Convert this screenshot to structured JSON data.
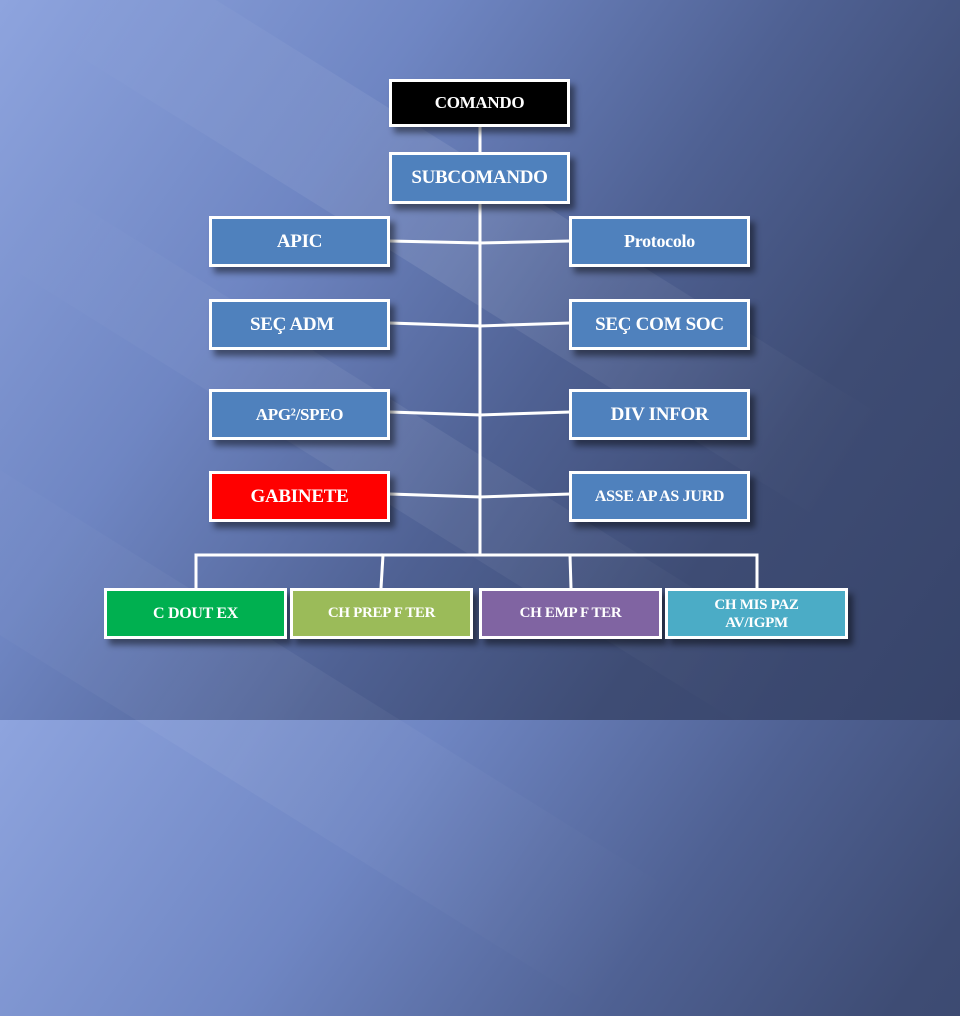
{
  "orgchart": {
    "comando": "COMANDO",
    "subcomando": "SUBCOMANDO",
    "left": [
      "APIC",
      "SEÇ ADM",
      "APG²/SPEO",
      "GABINETE"
    ],
    "right": [
      "Protocolo",
      "SEÇ COM SOC",
      "DIV INFOR",
      "ASSE AP AS JURD"
    ],
    "bottom": [
      "C DOUT EX",
      "CH PREP F TER",
      "CH EMP F TER"
    ],
    "bottom_last_line1": "CH MIS PAZ",
    "bottom_last_line2": "AV/IGPM"
  },
  "colors": {
    "blue": "#4f81bd",
    "black": "#000000",
    "red": "#ff0000",
    "green": "#00b050",
    "olive": "#9bbb59",
    "purple": "#8064a2",
    "teal": "#4bacc6"
  }
}
